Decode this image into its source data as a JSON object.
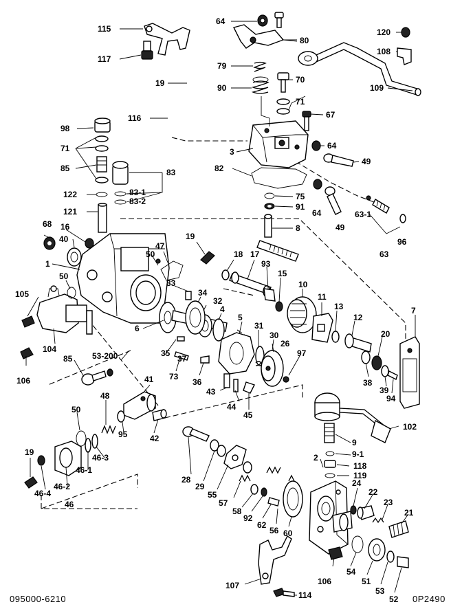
{
  "diagram": {
    "footer_left": "095000-6210",
    "footer_right": "0P2490"
  },
  "labels": [
    {
      "id": "l115",
      "text": "115"
    },
    {
      "id": "l117",
      "text": "117"
    },
    {
      "id": "l64a",
      "text": "64"
    },
    {
      "id": "l80",
      "text": "80"
    },
    {
      "id": "l120",
      "text": "120"
    },
    {
      "id": "l108",
      "text": "108"
    },
    {
      "id": "l109",
      "text": "109"
    },
    {
      "id": "l79",
      "text": "79"
    },
    {
      "id": "l70",
      "text": "70"
    },
    {
      "id": "l19a",
      "text": "19"
    },
    {
      "id": "l90",
      "text": "90"
    },
    {
      "id": "l71a",
      "text": "71"
    },
    {
      "id": "l67",
      "text": "67"
    },
    {
      "id": "l116",
      "text": "116"
    },
    {
      "id": "l98",
      "text": "98"
    },
    {
      "id": "l71b",
      "text": "71"
    },
    {
      "id": "l3",
      "text": "3"
    },
    {
      "id": "l64b",
      "text": "64"
    },
    {
      "id": "l85a",
      "text": "85"
    },
    {
      "id": "l49a",
      "text": "49"
    },
    {
      "id": "l82",
      "text": "82"
    },
    {
      "id": "l83",
      "text": "83"
    },
    {
      "id": "l122",
      "text": "122"
    },
    {
      "id": "l83_1",
      "text": "83-1"
    },
    {
      "id": "l83_2",
      "text": "83-2"
    },
    {
      "id": "l75",
      "text": "75"
    },
    {
      "id": "l91",
      "text": "91"
    },
    {
      "id": "l64c",
      "text": "64"
    },
    {
      "id": "l49b",
      "text": "49"
    },
    {
      "id": "l63_1",
      "text": "63-1"
    },
    {
      "id": "l121",
      "text": "121"
    },
    {
      "id": "l8",
      "text": "8"
    },
    {
      "id": "l96",
      "text": "96"
    },
    {
      "id": "l68",
      "text": "68"
    },
    {
      "id": "l16",
      "text": "16"
    },
    {
      "id": "l63",
      "text": "63"
    },
    {
      "id": "l40",
      "text": "40"
    },
    {
      "id": "l19b",
      "text": "19"
    },
    {
      "id": "l47",
      "text": "47"
    },
    {
      "id": "l1",
      "text": "1"
    },
    {
      "id": "l50a",
      "text": "50"
    },
    {
      "id": "l18",
      "text": "18"
    },
    {
      "id": "l17",
      "text": "17"
    },
    {
      "id": "l93",
      "text": "93"
    },
    {
      "id": "l50b",
      "text": "50"
    },
    {
      "id": "l15",
      "text": "15"
    },
    {
      "id": "l10",
      "text": "10"
    },
    {
      "id": "l33",
      "text": "33"
    },
    {
      "id": "l105",
      "text": "105"
    },
    {
      "id": "l34",
      "text": "34"
    },
    {
      "id": "l11",
      "text": "11"
    },
    {
      "id": "l32",
      "text": "32"
    },
    {
      "id": "l13",
      "text": "13"
    },
    {
      "id": "l7",
      "text": "7"
    },
    {
      "id": "l4",
      "text": "4"
    },
    {
      "id": "l5",
      "text": "5"
    },
    {
      "id": "l12",
      "text": "12"
    },
    {
      "id": "l31",
      "text": "31"
    },
    {
      "id": "l6",
      "text": "6"
    },
    {
      "id": "l20",
      "text": "20"
    },
    {
      "id": "l104",
      "text": "104"
    },
    {
      "id": "l35",
      "text": "35"
    },
    {
      "id": "l30",
      "text": "30"
    },
    {
      "id": "l26",
      "text": "26"
    },
    {
      "id": "l37",
      "text": "37"
    },
    {
      "id": "l106a",
      "text": "106"
    },
    {
      "id": "l97",
      "text": "97"
    },
    {
      "id": "l85b",
      "text": "85"
    },
    {
      "id": "l53_200",
      "text": "53-200"
    },
    {
      "id": "l73",
      "text": "73"
    },
    {
      "id": "l38",
      "text": "38"
    },
    {
      "id": "l36",
      "text": "36"
    },
    {
      "id": "l39",
      "text": "39"
    },
    {
      "id": "l94",
      "text": "94"
    },
    {
      "id": "l41",
      "text": "41"
    },
    {
      "id": "l43",
      "text": "43"
    },
    {
      "id": "l48",
      "text": "48"
    },
    {
      "id": "l44",
      "text": "44"
    },
    {
      "id": "l50c",
      "text": "50"
    },
    {
      "id": "l95",
      "text": "95"
    },
    {
      "id": "l45",
      "text": "45"
    },
    {
      "id": "l42",
      "text": "42"
    },
    {
      "id": "l102",
      "text": "102"
    },
    {
      "id": "l9",
      "text": "9"
    },
    {
      "id": "l19c",
      "text": "19"
    },
    {
      "id": "l46_3",
      "text": "46-3"
    },
    {
      "id": "l9_1",
      "text": "9-1"
    },
    {
      "id": "l46_1",
      "text": "46-1"
    },
    {
      "id": "l2",
      "text": "2"
    },
    {
      "id": "l118",
      "text": "118"
    },
    {
      "id": "l28",
      "text": "28"
    },
    {
      "id": "l119",
      "text": "119"
    },
    {
      "id": "l46_2",
      "text": "46-2"
    },
    {
      "id": "l29",
      "text": "29"
    },
    {
      "id": "l24",
      "text": "24"
    },
    {
      "id": "l22",
      "text": "22"
    },
    {
      "id": "l55",
      "text": "55"
    },
    {
      "id": "l46_4",
      "text": "46-4"
    },
    {
      "id": "l57",
      "text": "57"
    },
    {
      "id": "l23",
      "text": "23"
    },
    {
      "id": "l46",
      "text": "46"
    },
    {
      "id": "l58",
      "text": "58"
    },
    {
      "id": "l21",
      "text": "21"
    },
    {
      "id": "l92",
      "text": "92"
    },
    {
      "id": "l62",
      "text": "62"
    },
    {
      "id": "l56",
      "text": "56"
    },
    {
      "id": "l60",
      "text": "60"
    },
    {
      "id": "l106b",
      "text": "106"
    },
    {
      "id": "l54",
      "text": "54"
    },
    {
      "id": "l51",
      "text": "51"
    },
    {
      "id": "l107",
      "text": "107"
    },
    {
      "id": "l53",
      "text": "53"
    },
    {
      "id": "l114",
      "text": "114"
    },
    {
      "id": "l52",
      "text": "52"
    }
  ]
}
